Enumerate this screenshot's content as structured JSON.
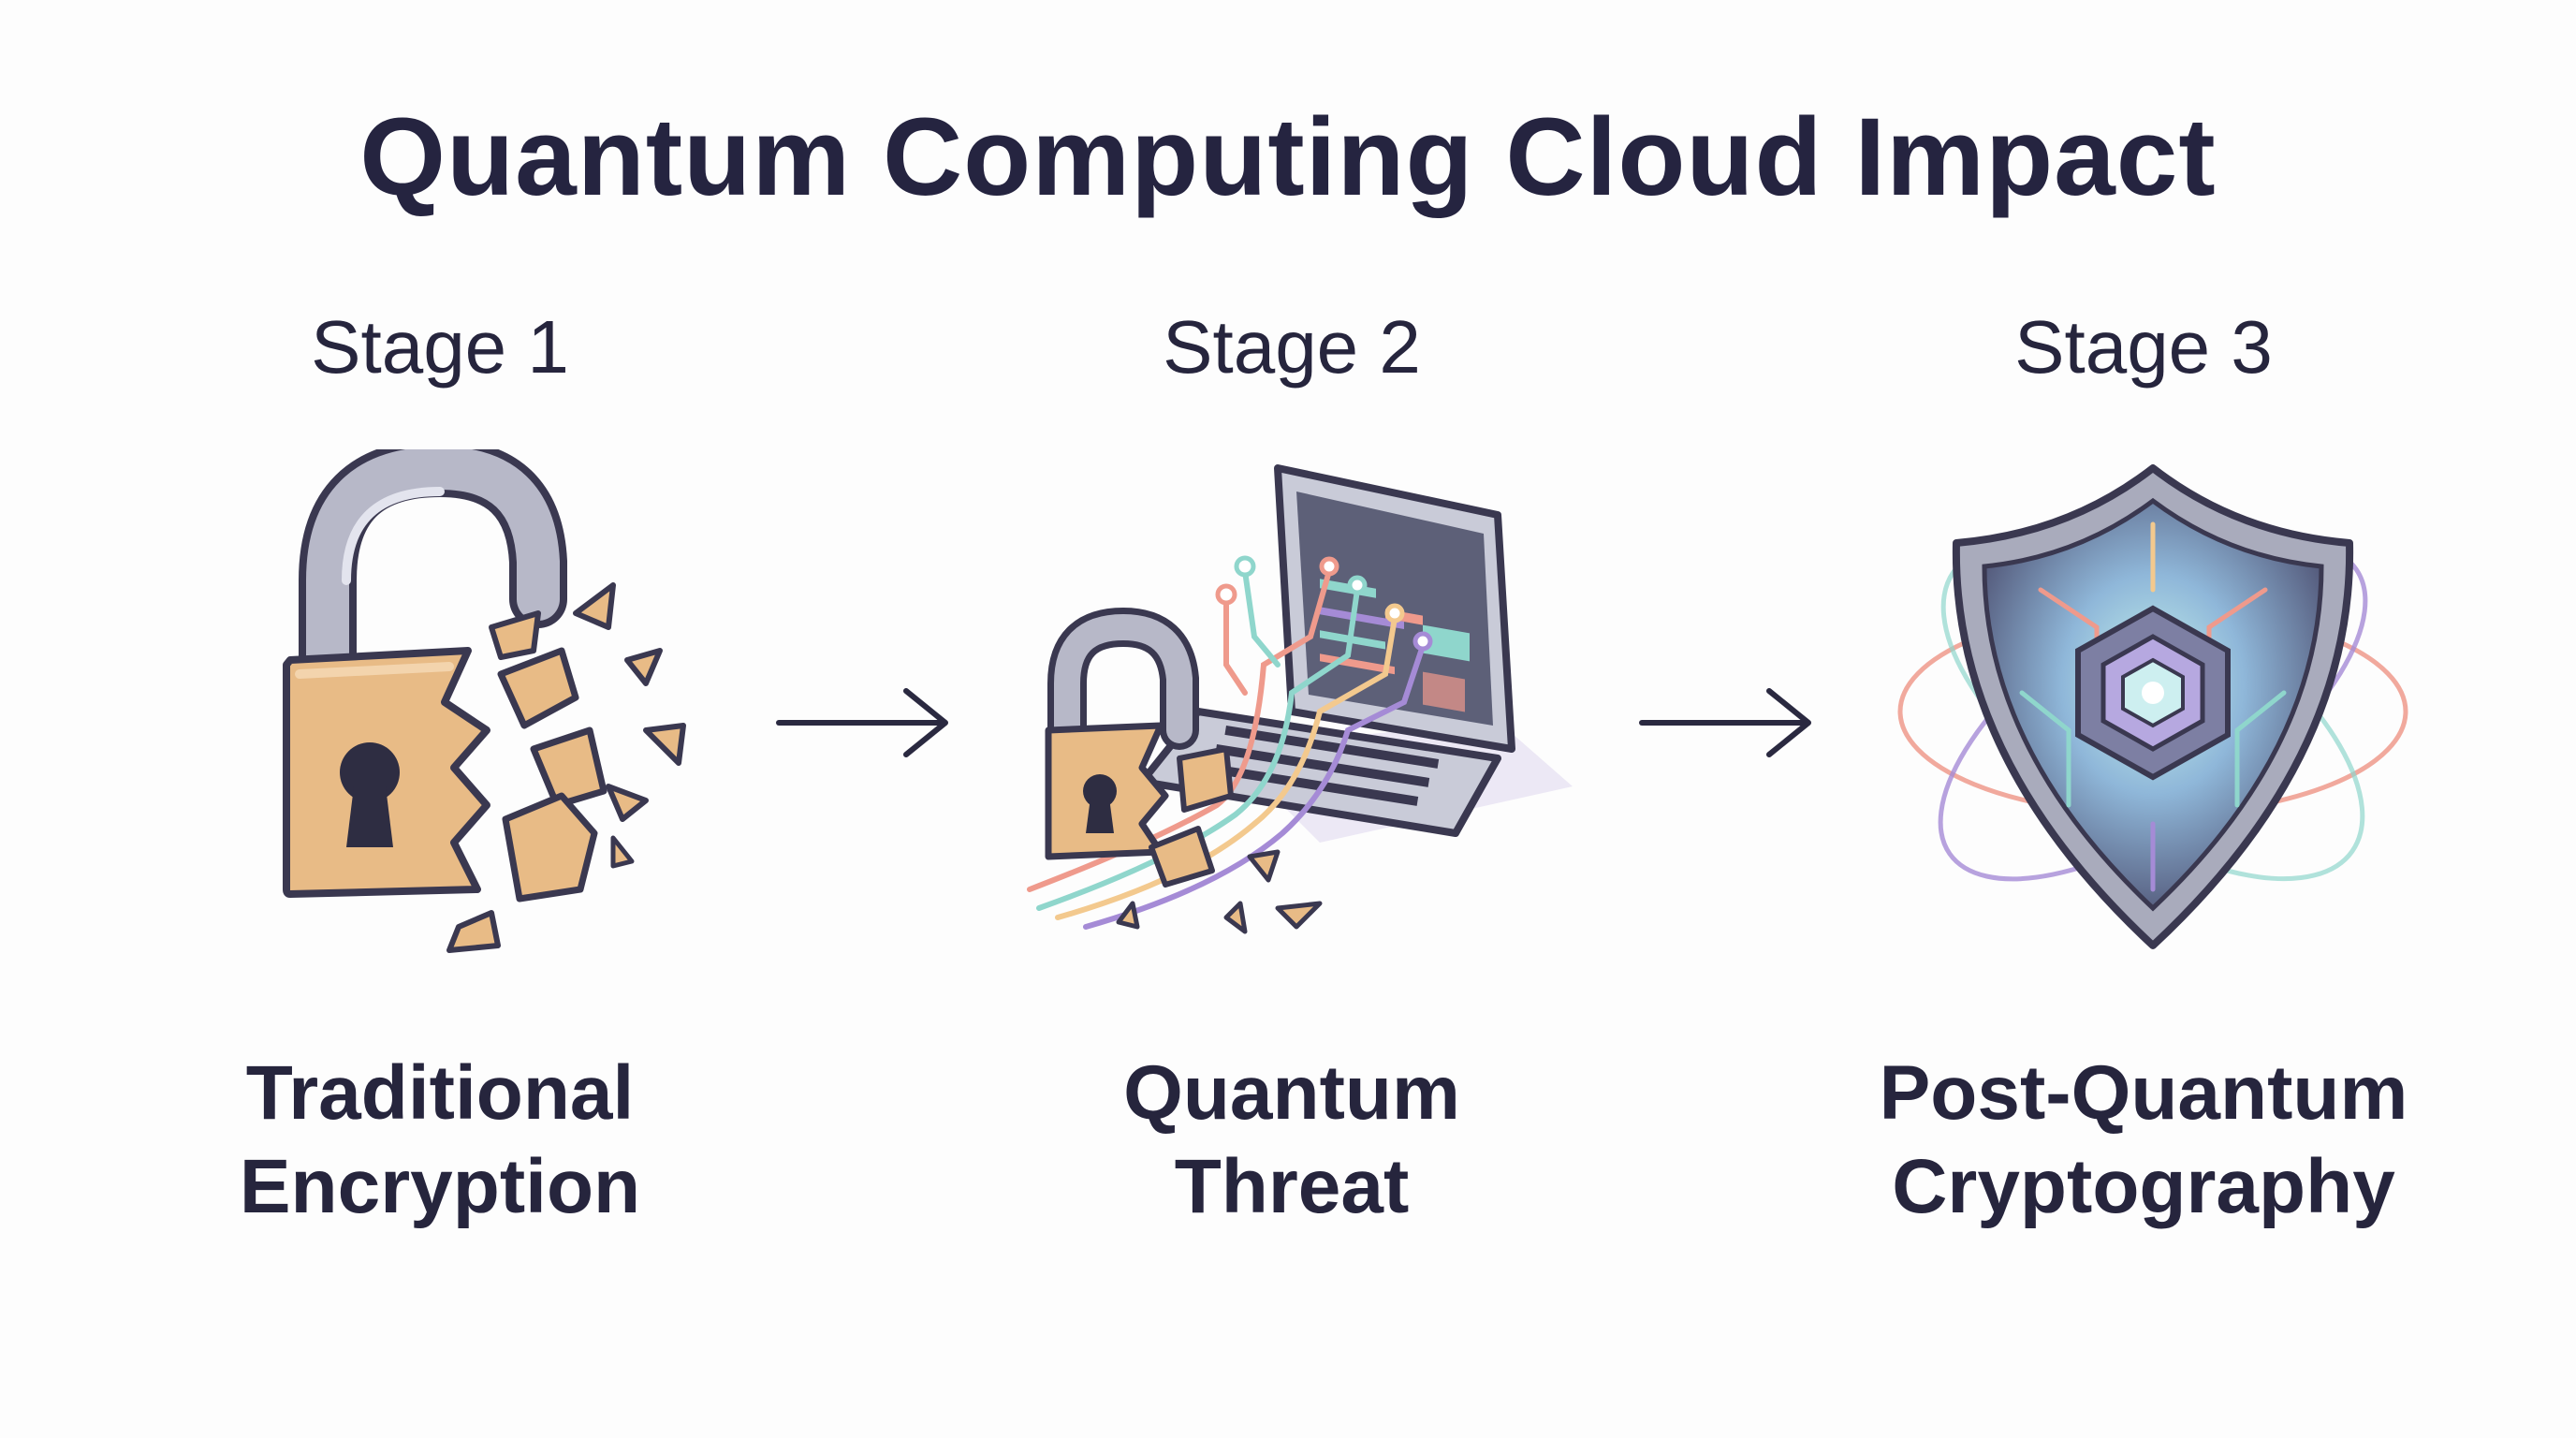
{
  "title": "Quantum Computing Cloud Impact",
  "stages": [
    {
      "label": "Stage 1",
      "name_line1": "Traditional",
      "name_line2": "Encryption",
      "icon": "broken-padlock-icon"
    },
    {
      "label": "Stage 2",
      "name_line1": "Quantum",
      "name_line2": "Threat",
      "icon": "laptop-attacking-padlock-icon"
    },
    {
      "label": "Stage 3",
      "name_line1": "Post-Quantum",
      "name_line2": "Cryptography",
      "icon": "quantum-shield-icon"
    }
  ],
  "connectors": [
    "arrow-right-icon",
    "arrow-right-icon"
  ],
  "colors": {
    "text": "#252440",
    "lock_body": "#e8bb86",
    "lock_shackle": "#b7b8c8",
    "outline": "#3a3850",
    "laptop": "#c9cbd8",
    "screen": "#5d6078",
    "shield_rim": "#a9abbc",
    "accent_pink": "#ef9a8c",
    "accent_teal": "#8fd6cc",
    "accent_purple": "#a58bd6"
  }
}
